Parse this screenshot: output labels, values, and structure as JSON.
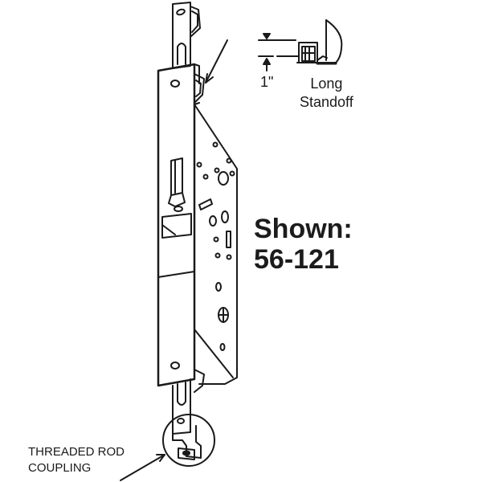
{
  "diagram": {
    "type": "technical-line-drawing",
    "subject": "mortise lock with long standoff and threaded rod couplings",
    "stroke_color": "#1a1a1a",
    "background": "#ffffff"
  },
  "labels": {
    "shown_line1": "Shown:",
    "shown_line2": "56-121",
    "dimension": "1\"",
    "standoff_line1": "Long",
    "standoff_line2": "Standoff",
    "coupling_line1": "THREADED ROD",
    "coupling_line2": "COUPLING"
  },
  "callouts": [
    {
      "id": "long-standoff-detail",
      "text": "Long Standoff",
      "dimension": "1\""
    },
    {
      "id": "threaded-rod-coupling",
      "text": "THREADED ROD COUPLING"
    }
  ]
}
